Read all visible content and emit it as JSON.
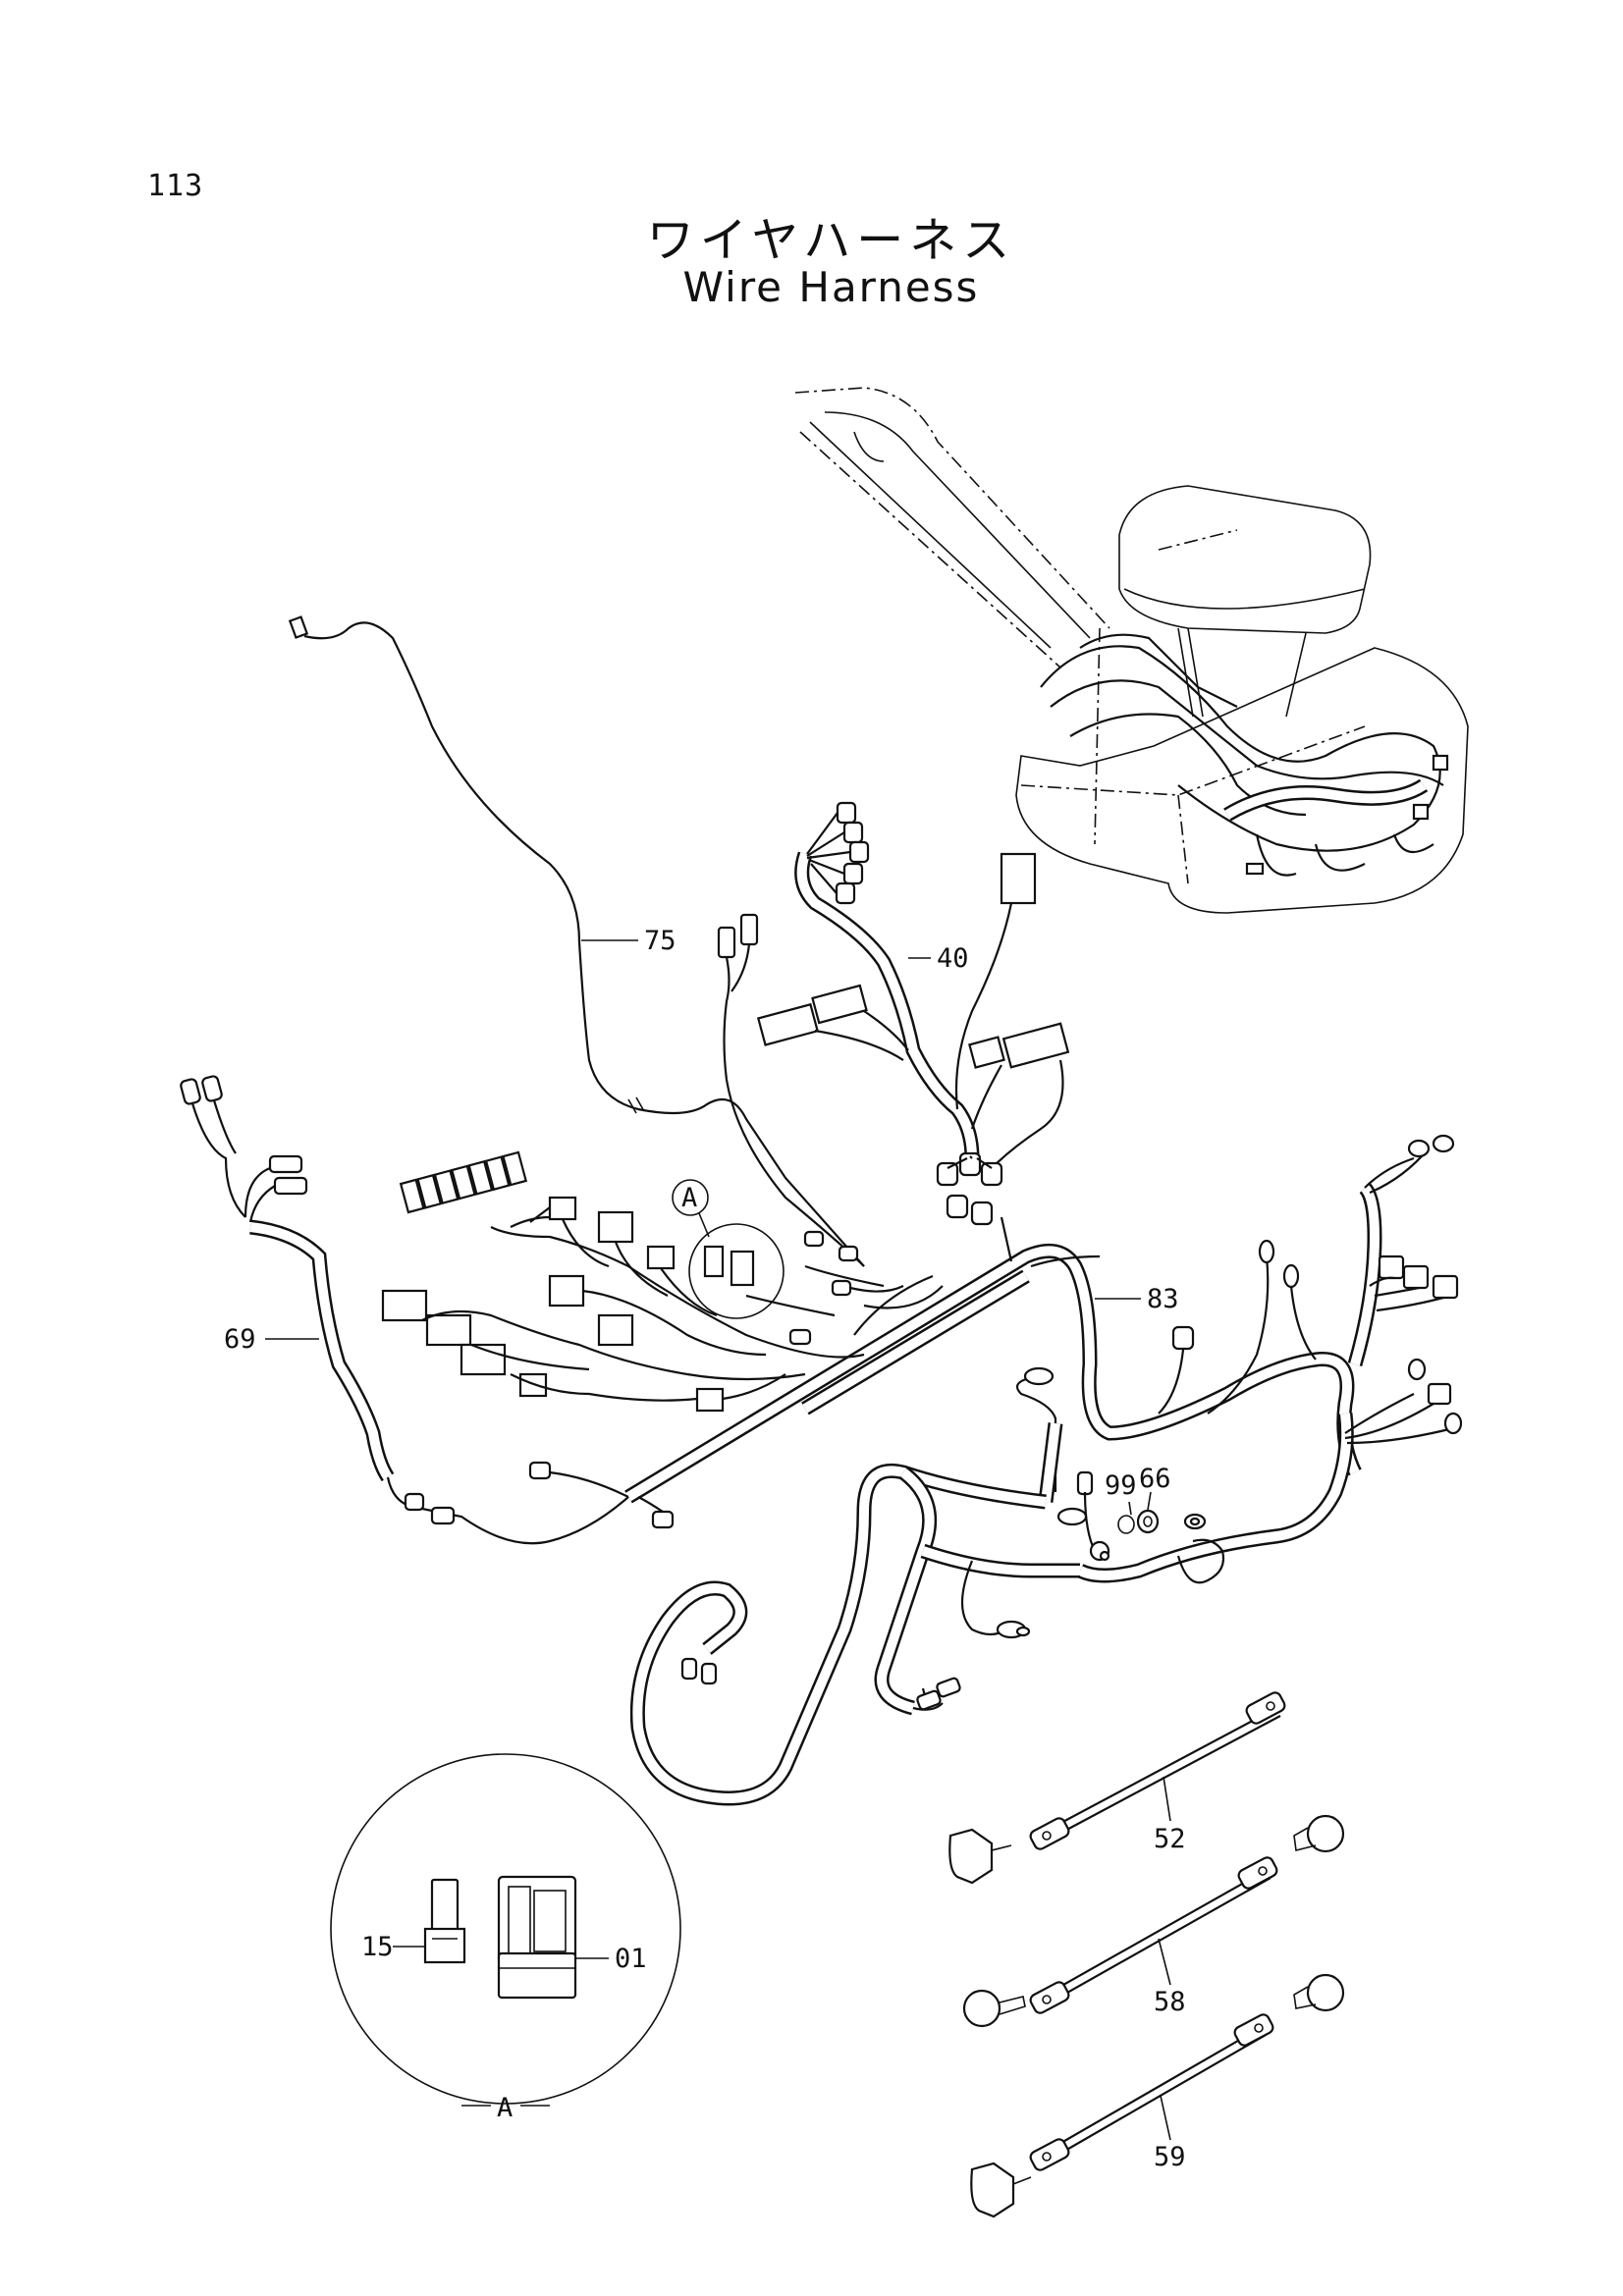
{
  "page_number": "113",
  "title_jp": "ワイヤハーネス",
  "title_en": "Wire Harness",
  "callouts": {
    "c75": "75",
    "c40": "40",
    "c69": "69",
    "c83": "83",
    "c99": "99",
    "c66": "66",
    "c52": "52",
    "c58": "58",
    "c59": "59",
    "c15": "15",
    "c01": "01",
    "detail_ref": "A",
    "detail_caption": "A"
  }
}
